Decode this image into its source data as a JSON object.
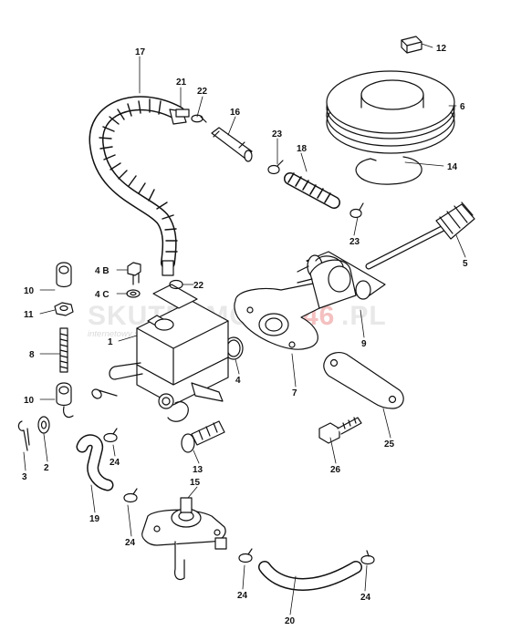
{
  "watermark": {
    "brand_left": "SKUTERMOTO",
    "brand_num": "46",
    "brand_right": ".PL",
    "tagline": "internetowy sklep motocyklowy",
    "accent": "#f2a9a9"
  },
  "labels": {
    "p1": "1",
    "p2": "2",
    "p3": "3",
    "p4": "4",
    "p5": "5",
    "p6": "6",
    "p7": "7",
    "p8": "8",
    "p9": "9",
    "p10a": "10",
    "p10b": "10",
    "p11": "11",
    "p12": "12",
    "p13": "13",
    "p14": "14",
    "p15": "15",
    "p16": "16",
    "p17": "17",
    "p18": "18",
    "p19": "19",
    "p20": "20",
    "p21": "21",
    "p22a": "22",
    "p22b": "22",
    "p23a": "23",
    "p23b": "23",
    "p24a": "24",
    "p24b": "24",
    "p24c": "24",
    "p24d": "24",
    "p25": "25",
    "p26": "26",
    "p4b": "4 B",
    "p4c": "4 C"
  }
}
